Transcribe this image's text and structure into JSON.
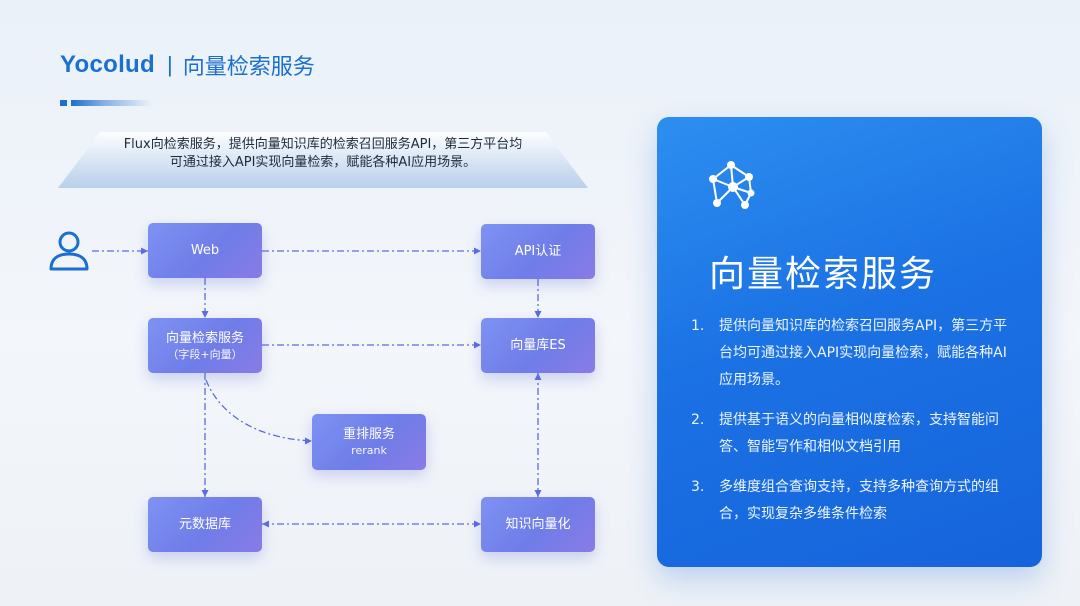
{
  "header": {
    "brand": "Yocolud",
    "separator": "|",
    "subtitle": "向量检索服务"
  },
  "intro": {
    "line1": "Flux向检索服务，提供向量知识库的检索召回服务API，第三方平台均",
    "line2": "可通过接入API实现向量检索，赋能各种AI应用场景。"
  },
  "diagram": {
    "nodes": {
      "web": {
        "label": "Web"
      },
      "api_auth": {
        "label": "API认证"
      },
      "vector_search": {
        "label": "向量检索服务",
        "sub": "（字段+向量）"
      },
      "vector_db": {
        "label": "向量库ES"
      },
      "rerank": {
        "label": "重排服务",
        "sub": "rerank"
      },
      "metadata_db": {
        "label": "元数据库"
      },
      "knowledge_vectorize": {
        "label": "知识向量化"
      }
    },
    "colors": {
      "node": "#7584ee",
      "edge": "#5a6ce0",
      "user_icon": "#1a6fd0"
    },
    "icons": [
      "user-icon"
    ]
  },
  "panel": {
    "icon": "network-icon",
    "title": "向量检索服务",
    "items": [
      {
        "num": "1.",
        "text": "提供向量知识库的检索召回服务API，第三方平台均可通过接入API实现向量检索，赋能各种AI应用场景。"
      },
      {
        "num": "2.",
        "text": "提供基于语义的向量相似度检索，支持智能问答、智能写作和相似文档引用"
      },
      {
        "num": "3.",
        "text": "多维度组合查询支持，支持多种查询方式的组合，实现复杂多维条件检索"
      }
    ],
    "colors": {
      "bg_start": "#2d8ef0",
      "bg_end": "#1663db"
    }
  }
}
